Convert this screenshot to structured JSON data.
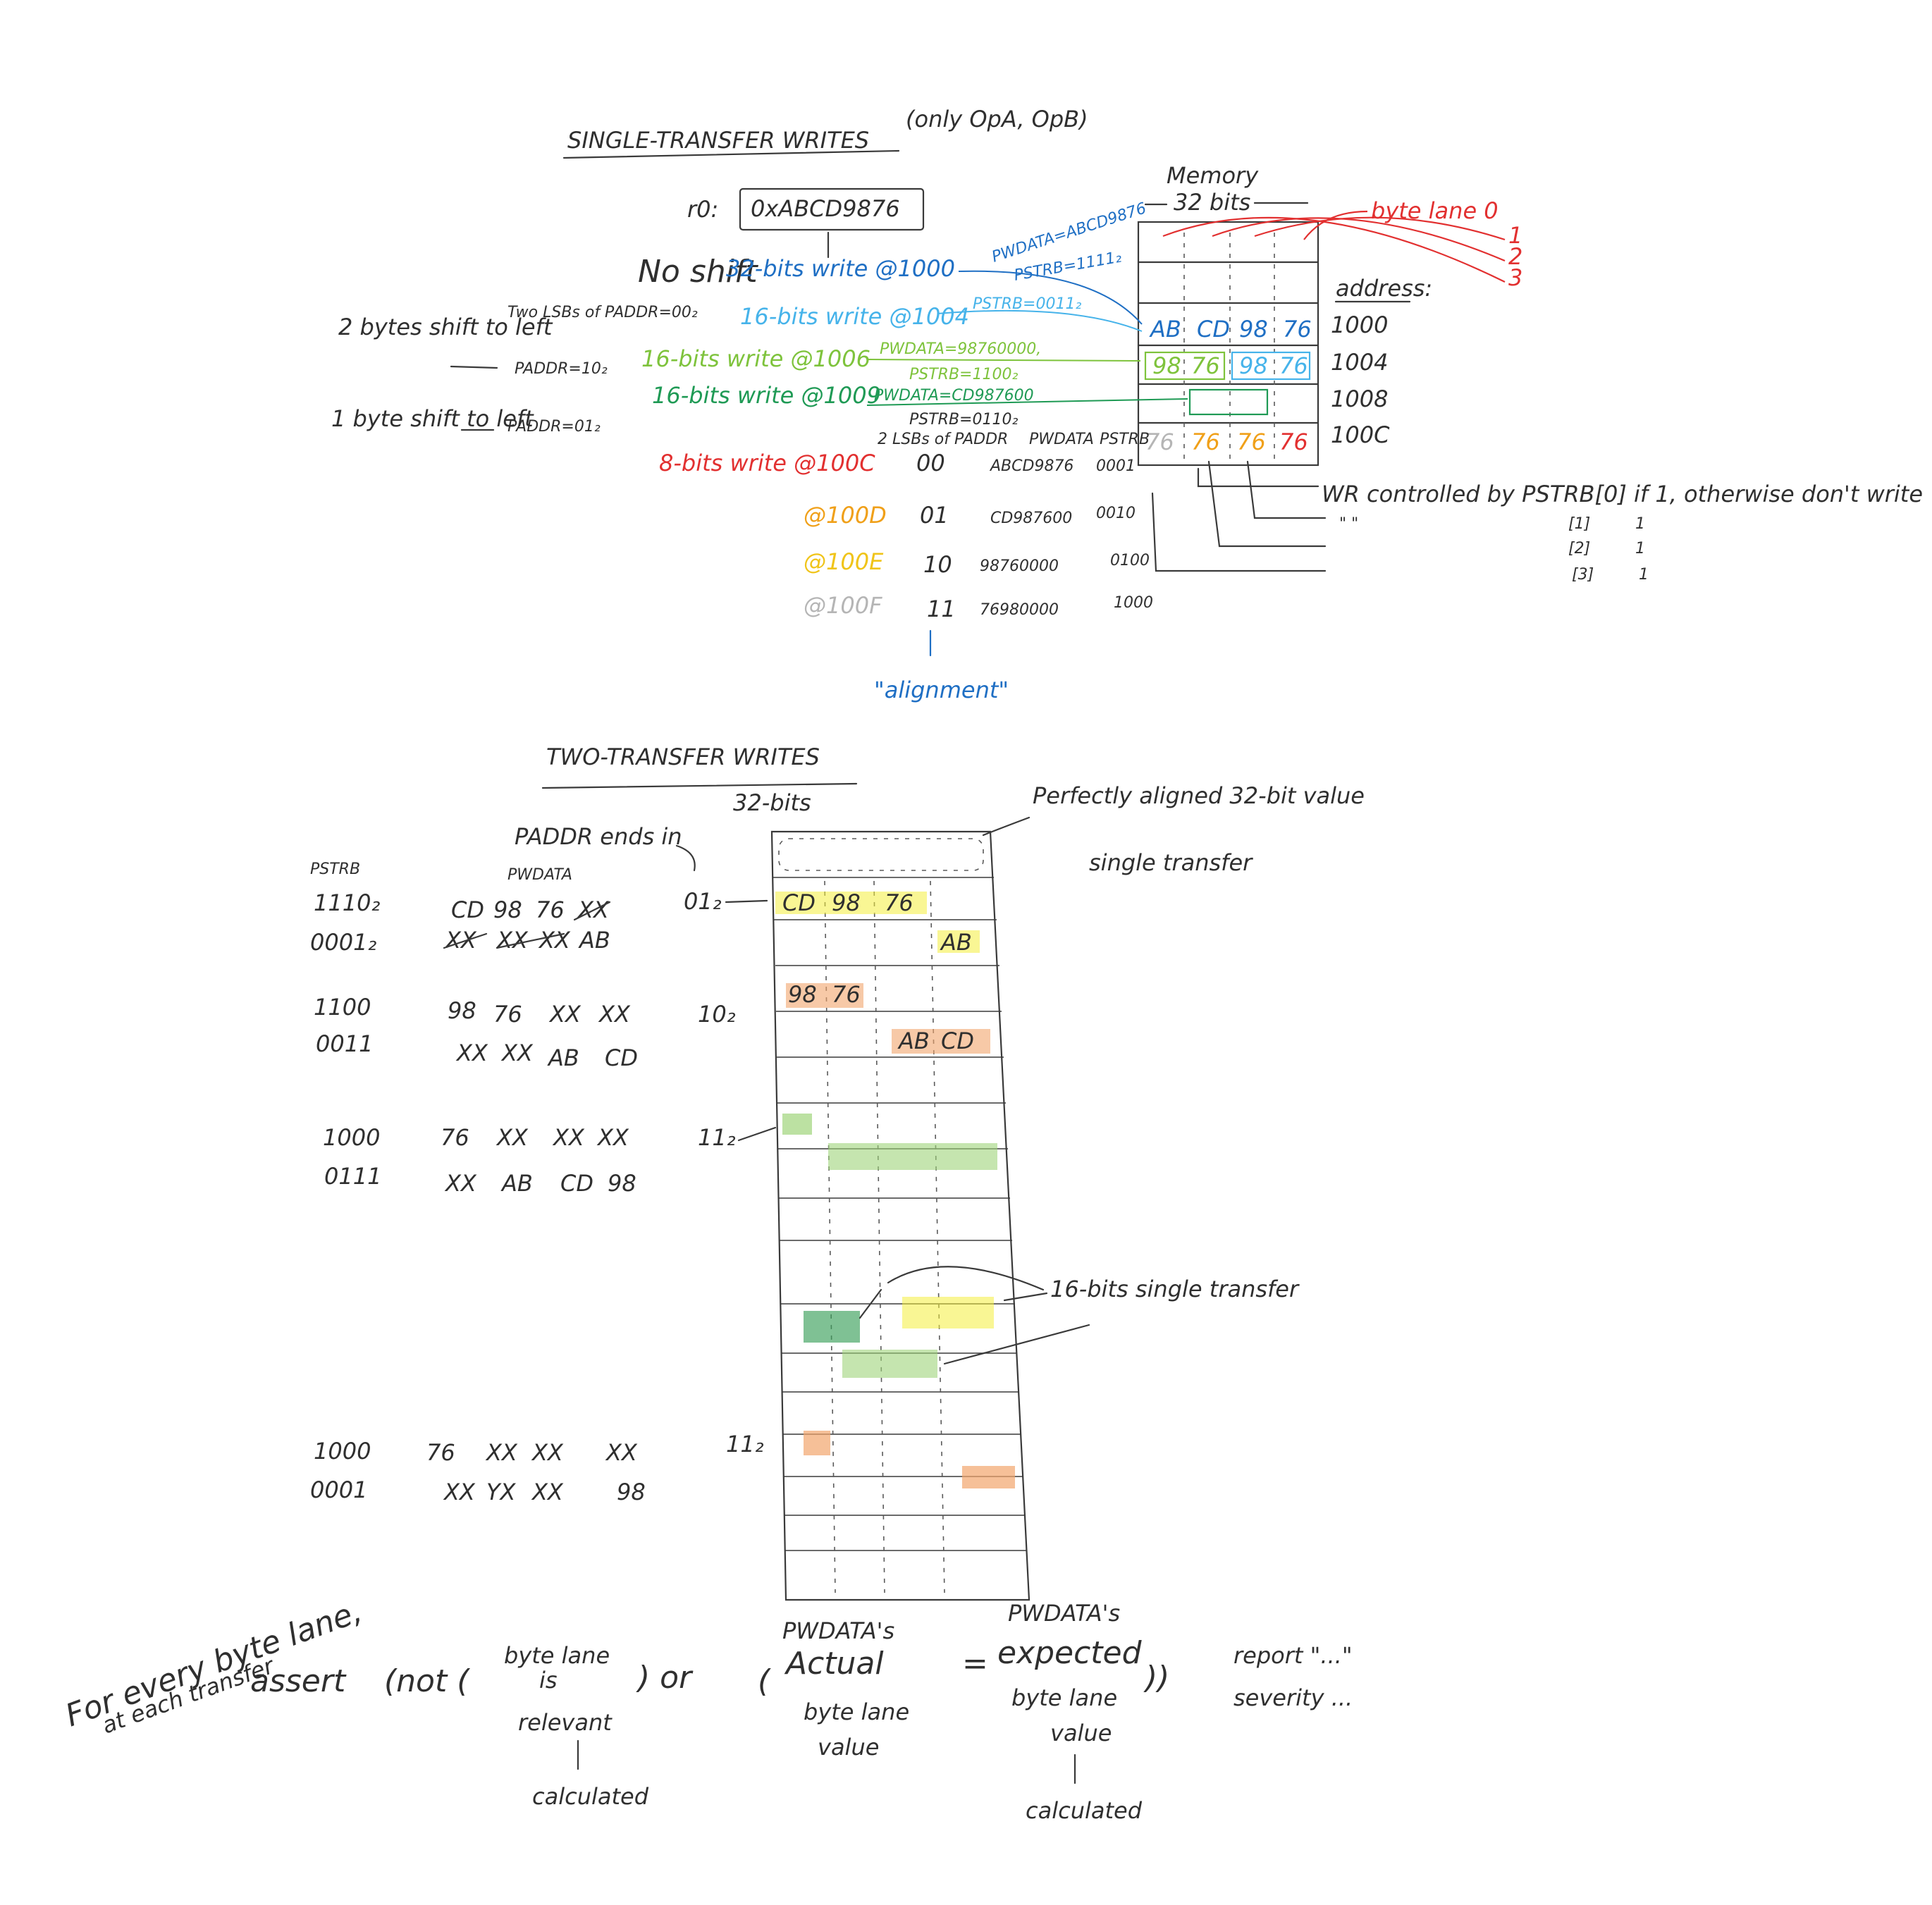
{
  "colors": {
    "ink": "#2f2f2f",
    "blue": "#1f6fc4",
    "light_blue": "#46b3ea",
    "green_light": "#7ec33c",
    "green_dark": "#1f9a55",
    "red": "#e23030",
    "orange": "#f0a019",
    "yellow": "#f0e020",
    "gray": "#b5b5b5",
    "fill_yellow": "#f4ef3c",
    "fill_orange": "#f2a56c",
    "fill_green": "#9fd47a",
    "fill_green_dark": "#3aa05a"
  },
  "single": {
    "title": "SINGLE-TRANSFER WRITES",
    "subtitle": "(only OpA, OpB)",
    "r0_label": "r0:",
    "r0_value": "0xABCD9876",
    "memory_label": "Memory",
    "width_label": "32 bits",
    "byte_lanes": [
      "byte lane 0",
      "1",
      "2",
      "3"
    ],
    "address_header": "address:",
    "addresses": [
      "1000",
      "1004",
      "1008",
      "100C"
    ],
    "w32": {
      "left": "No shift",
      "text": "32-bits write @1000",
      "pwdata": "PWDATA=ABCD9876",
      "pstrb": "PSTRB=1111₂"
    },
    "w16a": {
      "left": "Two LSBs of PADDR=00₂",
      "text": "16-bits write @1004",
      "pstrb": "PSTRB=0011₂"
    },
    "w16b": {
      "left": "2 bytes shift to left",
      "paddr": "PADDR=10₂",
      "text": "16-bits write @1006",
      "pwdata": "PWDATA=98760000,",
      "pstrb": "PSTRB=1100₂"
    },
    "w16c": {
      "left": "1 byte shift to left",
      "paddr": "PADDR=01₂",
      "text": "16-bits write @1009",
      "pwdata": "PWDATA=CD987600",
      "pstrb": "PSTRB=0110₂"
    },
    "col_headers": [
      "2 LSBs of PADDR",
      "PWDATA",
      "PSTRB"
    ],
    "w8_rows": [
      {
        "addr": "8-bits write @100C",
        "lsb": "00",
        "pwdata": "ABCD9876",
        "pstrb": "0001"
      },
      {
        "addr": "@100D",
        "lsb": "01",
        "pwdata": "CD987600",
        "pstrb": "0010"
      },
      {
        "addr": "@100E",
        "lsb": "10",
        "pwdata": "98760000",
        "pstrb": "0100"
      },
      {
        "addr": "@100F",
        "lsb": "11",
        "pwdata": "76980000",
        "pstrb": "1000"
      }
    ],
    "alignment": "\"alignment\"",
    "cells": {
      "r1000": [
        "AB",
        "CD",
        "98",
        "76"
      ],
      "r1004": [
        "98",
        "76",
        "98",
        "76"
      ],
      "r100c": [
        "76",
        "76",
        "76",
        "76"
      ]
    },
    "wr_note": "WR controlled by PSTRB[0] if 1, otherwise don't write",
    "wr_rows": [
      [
        "[1]",
        "1"
      ],
      [
        "[2]",
        "1"
      ],
      [
        "[3]",
        "1"
      ]
    ],
    "ditto": "\"    \""
  },
  "two": {
    "title": "TWO-TRANSFER WRITES",
    "width_label": "32-bits",
    "paddr_ends": "PADDR ends in",
    "pstrb_header": "PSTRB",
    "pwdata_header": "PWDATA",
    "aligned_note": "Perfectly aligned 32-bit value",
    "single_transfer": "single transfer",
    "ends": [
      "01₂",
      "10₂",
      "11₂",
      "11₂"
    ],
    "cells": {
      "r01": [
        "CD",
        "98",
        "76"
      ],
      "r01b": "AB",
      "r10": [
        "98",
        "76"
      ],
      "r10b": [
        "AB",
        "CD"
      ]
    },
    "rows": [
      {
        "pstrb": "1110₂",
        "pwdata": [
          "CD",
          "98",
          "76",
          "XX"
        ]
      },
      {
        "pstrb": "0001₂",
        "pwdata": [
          "XX",
          "XX",
          "XX",
          "AB"
        ]
      },
      {
        "pstrb": "1100",
        "pwdata": [
          "98",
          "76",
          "XX",
          "XX"
        ]
      },
      {
        "pstrb": "0011",
        "pwdata": [
          "XX",
          "XX",
          "AB",
          "CD"
        ]
      },
      {
        "pstrb": "1000",
        "pwdata": [
          "76",
          "XX",
          "XX",
          "XX"
        ]
      },
      {
        "pstrb": "0111",
        "pwdata": [
          "XX",
          "AB",
          "CD",
          "98"
        ]
      },
      {
        "pstrb": "1000",
        "pwdata": [
          "76",
          "XX",
          "XX",
          "XX"
        ]
      },
      {
        "pstrb": "0001",
        "pwdata": [
          "XX",
          "YX",
          "XX",
          "98"
        ]
      }
    ],
    "note16": "16-bits single transfer"
  },
  "bottom": {
    "for_every": "For every byte lane,",
    "at_each": "at each transfer",
    "assert": "assert",
    "not_open": "(not (",
    "byte_lane_is": "byte lane",
    "is": "is",
    "relevant": "relevant",
    "close_or": ") or",
    "calculated": "calculated",
    "open2": "(",
    "actual_top": "PWDATA's",
    "actual": "Actual",
    "actual_2": "byte lane",
    "actual_3": "value",
    "equals": "=",
    "expected_top": "PWDATA's",
    "expected": "expected",
    "expected_2": "byte lane",
    "expected_3": "value",
    "close2": "))",
    "report": "report \"...\"",
    "severity": "severity ..."
  }
}
